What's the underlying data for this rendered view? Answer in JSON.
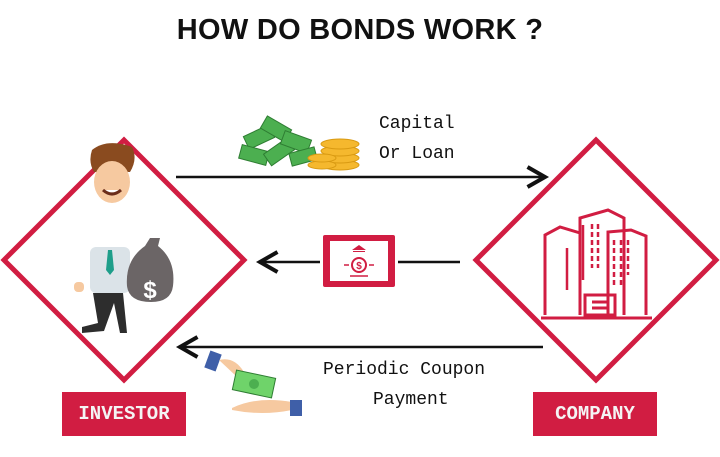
{
  "title": "HOW DO BONDS WORK ?",
  "flows": {
    "capital": {
      "line1": "Capital",
      "line2": "Or Loan",
      "direction": "investor-to-company"
    },
    "bond": {
      "direction": "company-to-investor",
      "icon": "bond-certificate-icon"
    },
    "coupon": {
      "line1": "Periodic Coupon",
      "line2": "Payment",
      "direction": "company-to-investor"
    }
  },
  "parties": {
    "investor": {
      "label": "INVESTOR",
      "icon": "investor-with-money-bag-icon"
    },
    "company": {
      "label": "COMPANY",
      "icon": "office-buildings-icon"
    }
  },
  "colors": {
    "accent": "#d11d42",
    "cash": "#4caf50",
    "coins": "#f5b82e",
    "arrow": "#111111"
  }
}
